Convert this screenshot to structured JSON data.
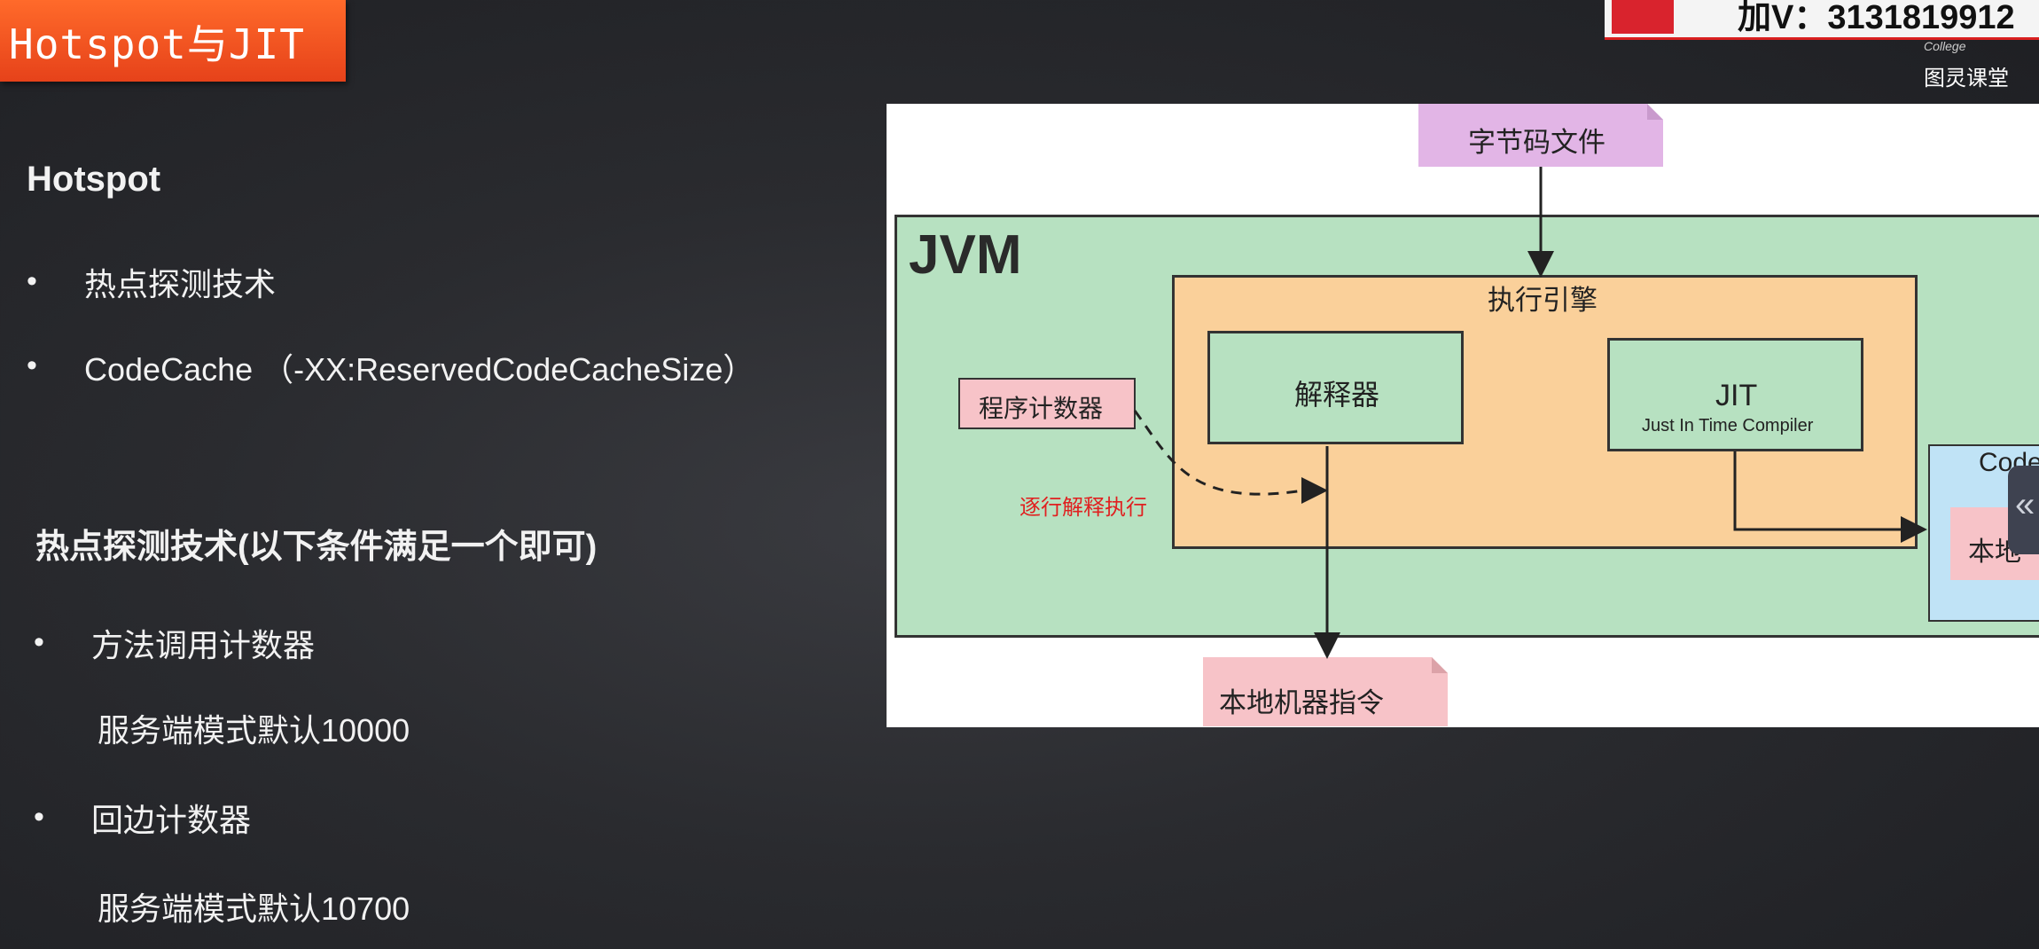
{
  "slide": {
    "title": "Hotspot与JIT",
    "section1_heading": "Hotspot",
    "bullets1": [
      "热点探测技术",
      "CodeCache （-XX:ReservedCodeCacheSize）"
    ],
    "section2_heading": "热点探测技术(以下条件满足一个即可)",
    "bullets2": [
      {
        "label": "方法调用计数器",
        "sub": "服务端模式默认10000"
      },
      {
        "label": "回边计数器",
        "sub": "服务端模式默认10700"
      }
    ],
    "bullet_glyph": "•"
  },
  "watermark": {
    "contact": "加V：3131819912",
    "college": "College",
    "brand": "图灵课堂"
  },
  "diagram": {
    "bytecode_file": "字节码文件",
    "jvm_label": "JVM",
    "exec_engine": "执行引擎",
    "program_counter": "程序计数器",
    "interpreter": "解释器",
    "jit_title": "JIT",
    "jit_subtitle": "Just In Time Compiler",
    "line_by_line": "逐行解释执行",
    "native_instructions": "本地机器指令",
    "codecache_partial": "Code",
    "native_partial": "本地"
  },
  "colors": {
    "title_tag": "#e6421a",
    "jvm_fill": "#b7e1c1",
    "engine_fill": "#fad09a",
    "interpreter_fill": "#b7e1c1",
    "bytecode_fill": "#e2b5e6",
    "pink_fill": "#f7c3c8",
    "codecache_fill": "#c0e3f6",
    "red_text": "#e02020"
  },
  "handle_icon": "«"
}
